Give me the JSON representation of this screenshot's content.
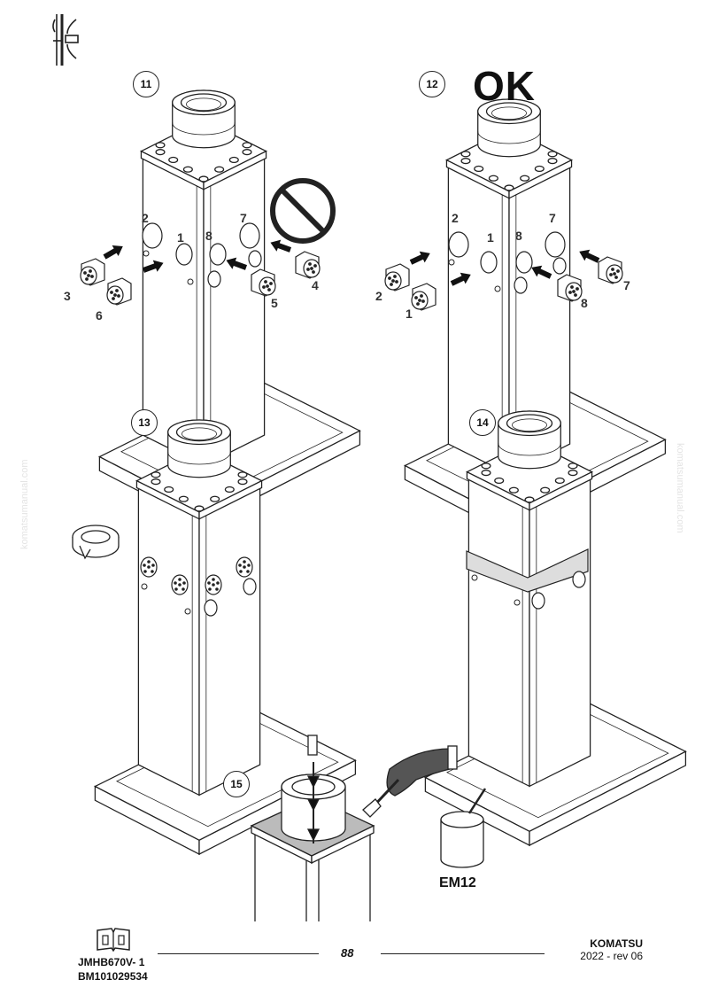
{
  "steps": [
    "11",
    "12",
    "13",
    "14",
    "15"
  ],
  "ok_label": "OK",
  "fig11_labels": [
    "2",
    "1",
    "8",
    "7",
    "3",
    "6",
    "4",
    "5"
  ],
  "fig12_labels": [
    "2",
    "1",
    "8",
    "7",
    "2",
    "1",
    "7",
    "8"
  ],
  "product_label": "EM12",
  "watermark": "komatsumanual.com",
  "footer": {
    "model": "JMHB670V- 1",
    "code": "BM101029534",
    "page": "88",
    "brand": "KOMATSU",
    "revision": "2022 -  rev 06"
  }
}
